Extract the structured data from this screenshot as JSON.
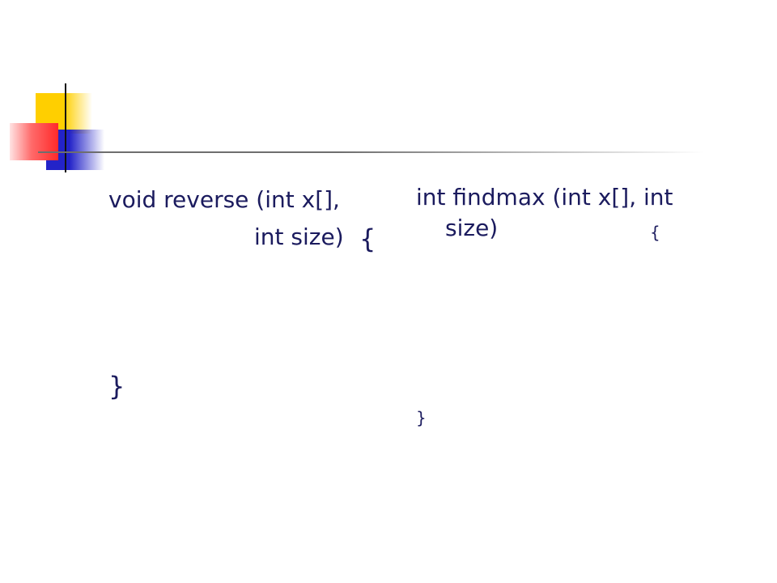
{
  "colors": {
    "text": "#1b1b5e",
    "yellow": "#ffcf00",
    "red": "#ff2a2a",
    "blue": "#2323c8",
    "rule": "#6e6e6e"
  },
  "left_code": {
    "line1": "void reverse (int x[],",
    "line2": "int size)",
    "open_brace": "{",
    "close_brace": "}"
  },
  "right_code": {
    "line1": "int findmax (int x[], int",
    "line2": "size)",
    "open_brace": "{",
    "close_brace": "}"
  }
}
